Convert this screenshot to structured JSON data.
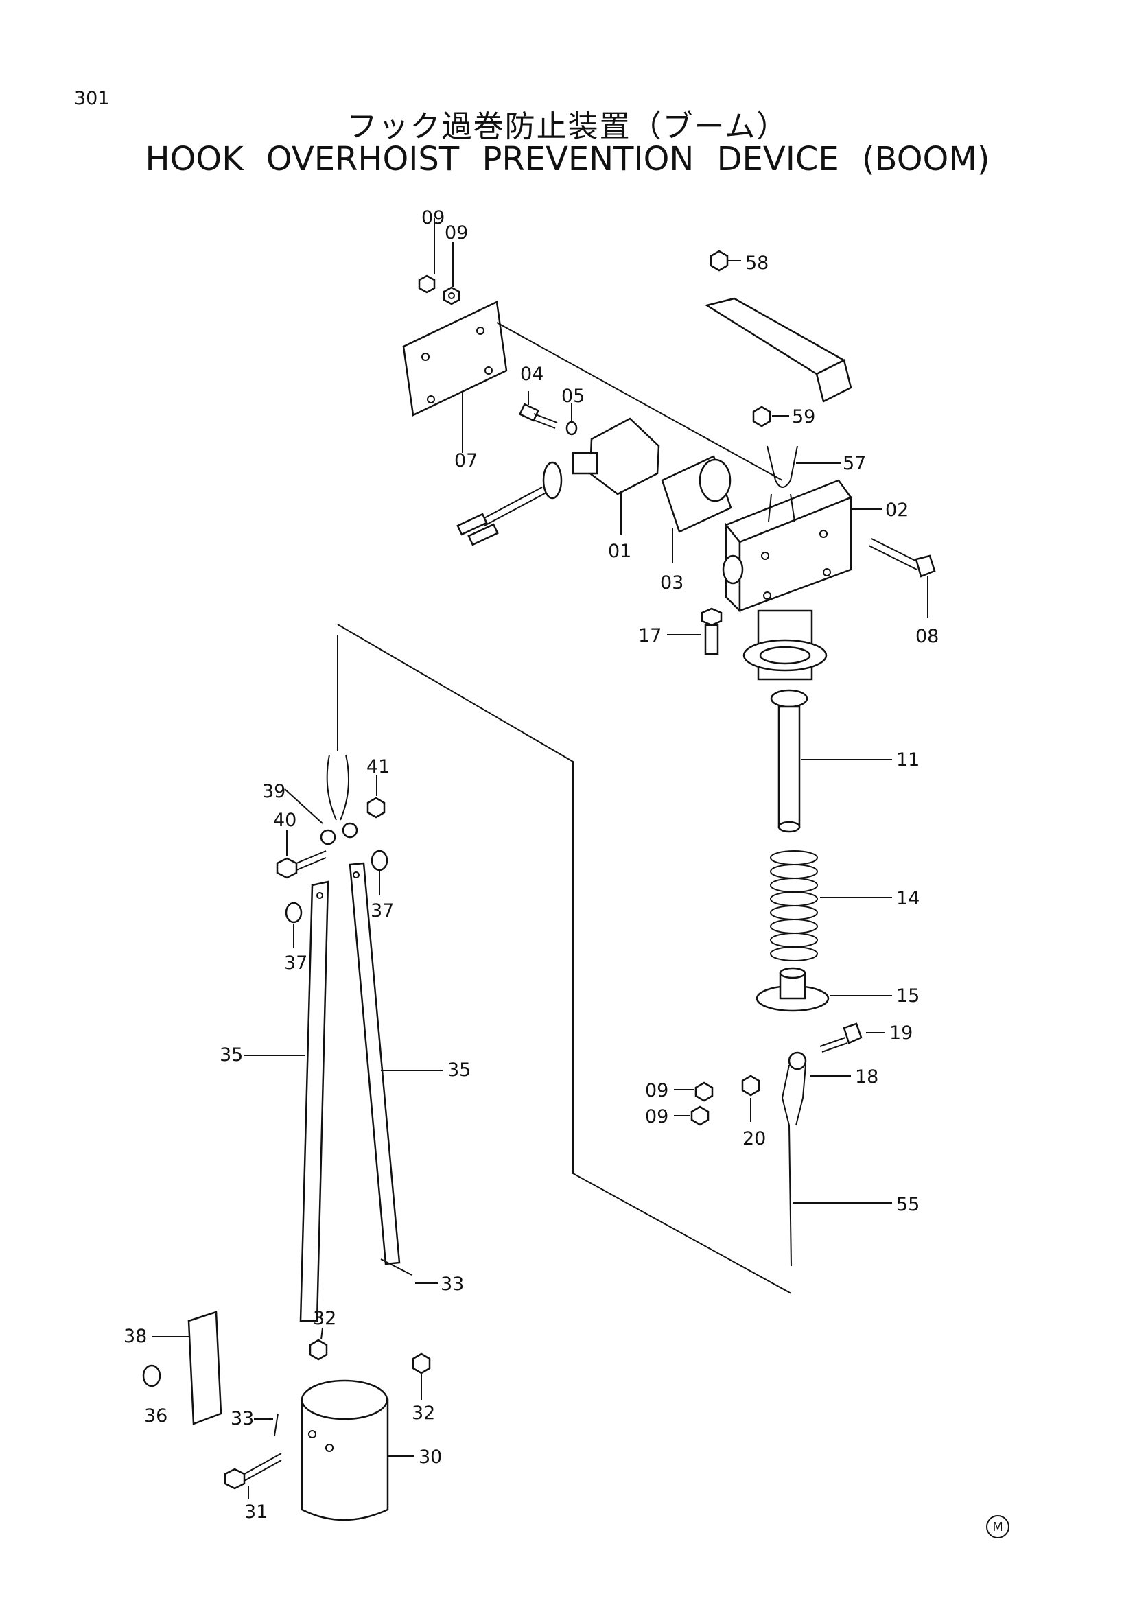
{
  "page_number": "301",
  "title_jp": "フック過巻防止装置（ブーム）",
  "title_en": "HOOK OVERHOIST PREVENTION DEVICE (BOOM)",
  "stamp": "M",
  "part_labels": {
    "p01": "01",
    "p02": "02",
    "p03": "03",
    "p04": "04",
    "p05": "05",
    "p07": "07",
    "p08": "08",
    "p09a": "09",
    "p09b": "09",
    "p09c": "09",
    "p09d": "09",
    "p11": "11",
    "p14": "14",
    "p15": "15",
    "p17": "17",
    "p18": "18",
    "p19": "19",
    "p20": "20",
    "p30": "30",
    "p31": "31",
    "p32a": "32",
    "p32b": "32",
    "p33a": "33",
    "p33b": "33",
    "p35a": "35",
    "p35b": "35",
    "p36": "36",
    "p37a": "37",
    "p37b": "37",
    "p38": "38",
    "p39": "39",
    "p40": "40",
    "p41": "41",
    "p55": "55",
    "p57": "57",
    "p58": "58",
    "p59": "59"
  }
}
